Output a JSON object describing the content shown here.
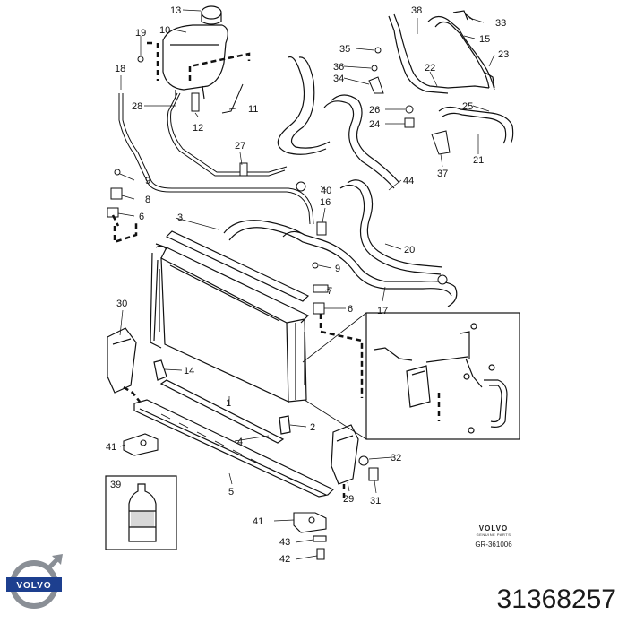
{
  "diagram": {
    "part_labels": [
      "13",
      "10",
      "19",
      "18",
      "28",
      "12",
      "11",
      "27",
      "9",
      "8",
      "6",
      "3",
      "38",
      "33",
      "15",
      "35",
      "36",
      "34",
      "22",
      "23",
      "26",
      "24",
      "25",
      "37",
      "21",
      "44",
      "40",
      "16",
      "20",
      "9",
      "7",
      "6",
      "17",
      "30",
      "14",
      "1",
      "2",
      "4",
      "41",
      "5",
      "39",
      "32",
      "29",
      "31",
      "41",
      "43",
      "42"
    ],
    "brand": {
      "name": "VOLVO",
      "subtitle": "GENUINE PARTS",
      "ref_code": "GR-361006",
      "logo_text": "VOLVO"
    },
    "part_number": "31368257",
    "colors": {
      "ink": "#111111",
      "paper": "#ffffff",
      "logo_blue": "#1d3f8f",
      "logo_steel": "#8a8f96"
    }
  }
}
